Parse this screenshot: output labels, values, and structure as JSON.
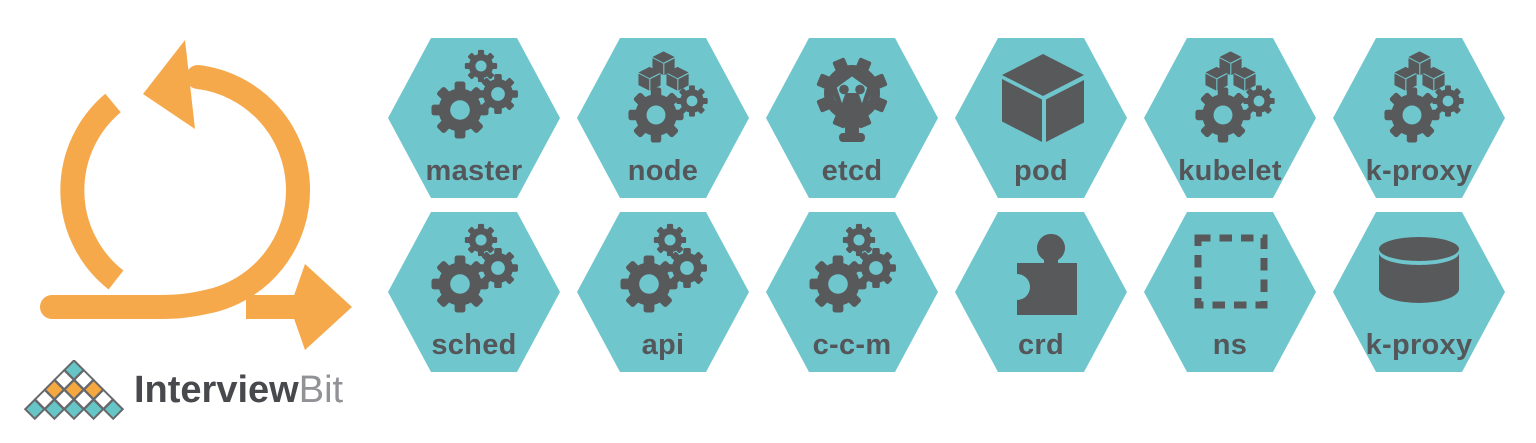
{
  "colors": {
    "hex_teal": "#6FC7CD",
    "icon_gray": "#58595B",
    "label_gray": "#54565A",
    "accent_orange": "#F6A94B",
    "logo_dark": "#48494D",
    "logo_light": "#909295",
    "logo_outline": "#67686B"
  },
  "left_graphic": {
    "icon": "agile-sprint-loop-icon",
    "color": "#F6A94B"
  },
  "hexagons": [
    {
      "label": "master",
      "icon": "gears-icon"
    },
    {
      "label": "node",
      "icon": "cubes-and-gears-icon"
    },
    {
      "label": "etcd",
      "icon": "etcd-gear-face-icon"
    },
    {
      "label": "pod",
      "icon": "cube-icon"
    },
    {
      "label": "kubelet",
      "icon": "cubes-and-gears-icon"
    },
    {
      "label": "k-proxy",
      "icon": "cubes-and-gears-icon"
    },
    {
      "label": "sched",
      "icon": "gears-icon"
    },
    {
      "label": "api",
      "icon": "gears-icon"
    },
    {
      "label": "c-c-m",
      "icon": "gears-icon"
    },
    {
      "label": "crd",
      "icon": "puzzle-piece-icon"
    },
    {
      "label": "ns",
      "icon": "dashed-square-icon"
    },
    {
      "label": "k-proxy",
      "icon": "database-cylinder-icon"
    }
  ],
  "logo": {
    "brand_bold": "Interview",
    "brand_light": "Bit",
    "pyramid_rows": [
      [
        "teal"
      ],
      [
        "white",
        "white"
      ],
      [
        "orange",
        "orange",
        "orange"
      ],
      [
        "white",
        "white",
        "white",
        "white"
      ],
      [
        "teal",
        "teal",
        "teal",
        "teal",
        "teal"
      ]
    ],
    "pyramid_colors": {
      "teal": "#66C5C7",
      "white": "#FFFFFF",
      "orange": "#F4A83F"
    }
  }
}
